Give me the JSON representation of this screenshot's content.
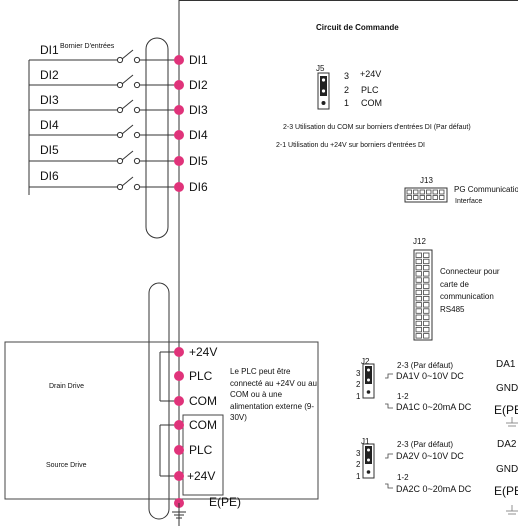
{
  "circuit_title": "Circuit de Commande",
  "bornier_label": "Bornier D'entrées",
  "inputs": [
    "DI1",
    "DI2",
    "DI3",
    "DI4",
    "DI5",
    "DI6"
  ],
  "input_terminals": [
    "DI1",
    "DI2",
    "DI3",
    "DI4",
    "DI5",
    "DI6"
  ],
  "j5": {
    "name": "J5",
    "pins": [
      {
        "num": "3",
        "label": "+24V"
      },
      {
        "num": "2",
        "label": "PLC"
      },
      {
        "num": "1",
        "label": "COM"
      }
    ],
    "note_23": "2-3 Utilisation du COM sur borniers d'entrées DI (Par défaut)",
    "note_21": "2-1 Utilisation du +24V sur borniers d'entrées DI"
  },
  "j13": {
    "name": "J13",
    "title": "PG Communication",
    "subtitle": "Interface"
  },
  "j12": {
    "name": "J12",
    "text": "Connecteur pour carte de communication RS485"
  },
  "power_terminals": [
    "+24V",
    "PLC",
    "COM"
  ],
  "source_terminals": [
    "COM",
    "PLC",
    "+24V"
  ],
  "drain_drive": "Drain Drive",
  "source_drive": "Source Drive",
  "plc_note": "Le PLC peut être connecté au +24V ou au COM ou à une alimentation externe (9-30V)",
  "earth": "E(PE)",
  "j2": {
    "name": "J2",
    "pin_nums": [
      "3",
      "2",
      "1"
    ],
    "opt1_head": "2-3 (Par défaut)",
    "opt1_val": "DA1V 0~10V DC",
    "opt2_head": "1-2",
    "opt2_val": "DA1C 0~20mA DC",
    "right_labels": [
      "DA1",
      "GND",
      "E(PE"
    ]
  },
  "j1": {
    "name": "J1",
    "pin_nums": [
      "3",
      "2",
      "1"
    ],
    "opt1_head": "2-3 (Par défaut)",
    "opt1_val": "DA2V 0~10V DC",
    "opt2_head": "1-2",
    "opt2_val": "DA2C 0~20mA DC",
    "right_labels": [
      "DA2",
      "GND",
      "E(PE"
    ]
  }
}
